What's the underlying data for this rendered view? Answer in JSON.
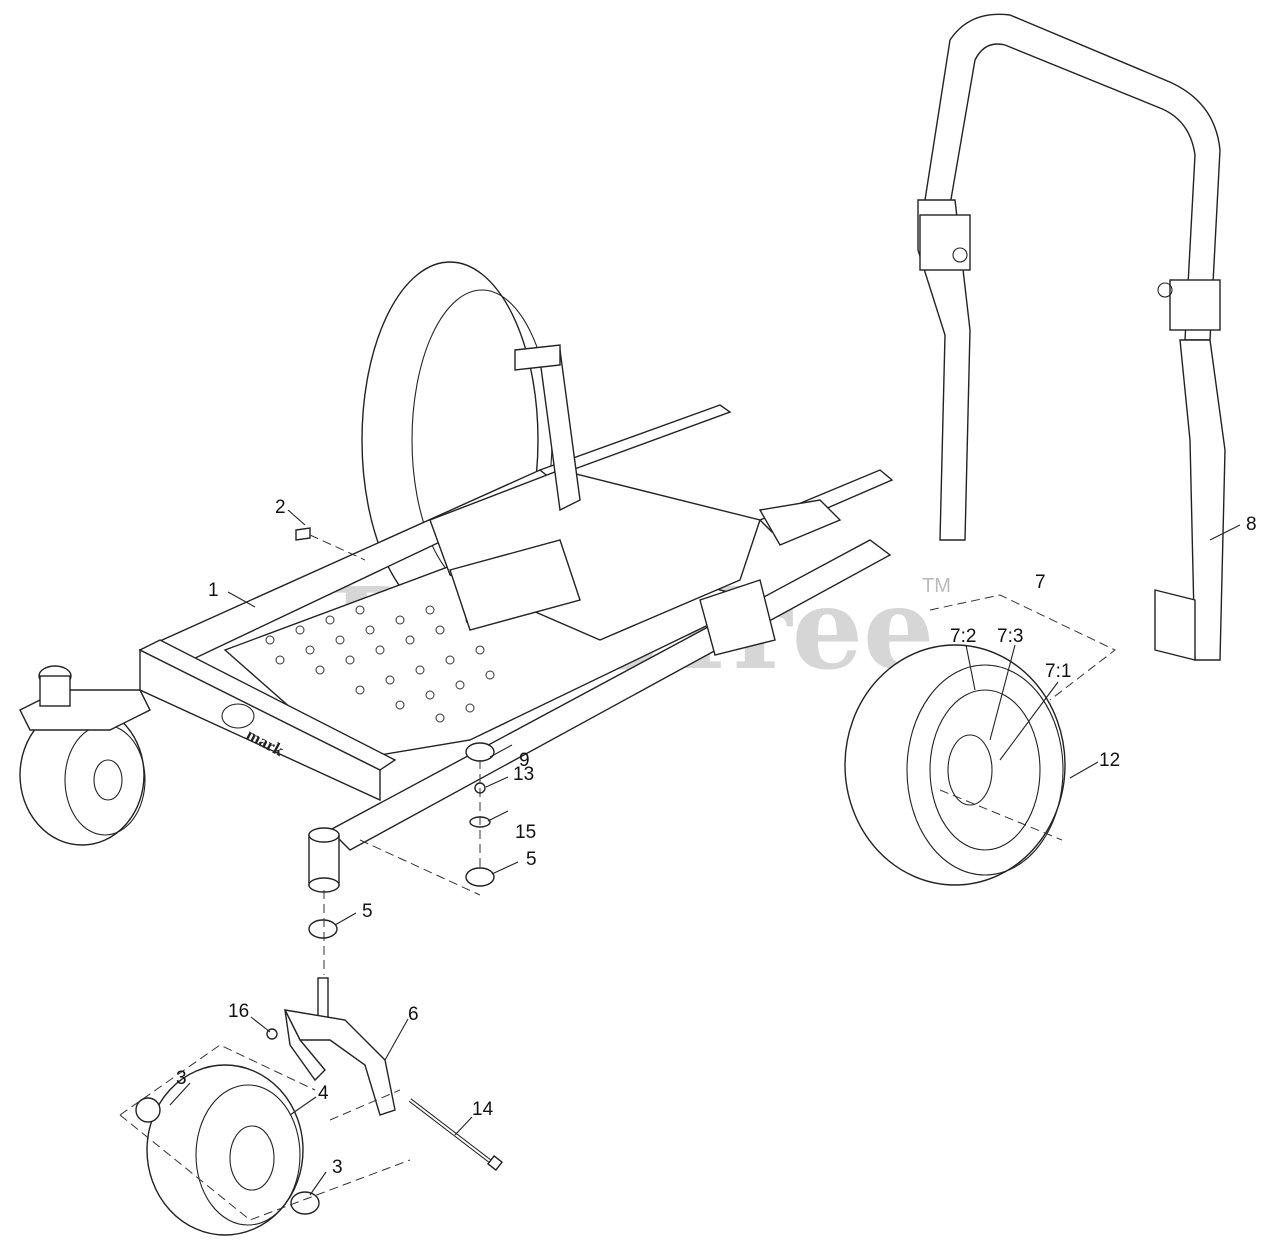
{
  "watermark": {
    "text": "PartsTree",
    "trademark": "TM"
  },
  "logo": {
    "text": "mark"
  },
  "callouts": [
    {
      "id": "c1",
      "label": "1"
    },
    {
      "id": "c2",
      "label": "2"
    },
    {
      "id": "c3a",
      "label": "3"
    },
    {
      "id": "c3b",
      "label": "3"
    },
    {
      "id": "c4",
      "label": "4"
    },
    {
      "id": "c5a",
      "label": "5"
    },
    {
      "id": "c5b",
      "label": "5"
    },
    {
      "id": "c6",
      "label": "6"
    },
    {
      "id": "c7",
      "label": "7"
    },
    {
      "id": "c7_1",
      "label": "7:1"
    },
    {
      "id": "c7_2",
      "label": "7:2"
    },
    {
      "id": "c7_3",
      "label": "7:3"
    },
    {
      "id": "c8",
      "label": "8"
    },
    {
      "id": "c9",
      "label": "9"
    },
    {
      "id": "c12",
      "label": "12"
    },
    {
      "id": "c13",
      "label": "13"
    },
    {
      "id": "c14",
      "label": "14"
    },
    {
      "id": "c15",
      "label": "15"
    },
    {
      "id": "c16",
      "label": "16"
    }
  ]
}
